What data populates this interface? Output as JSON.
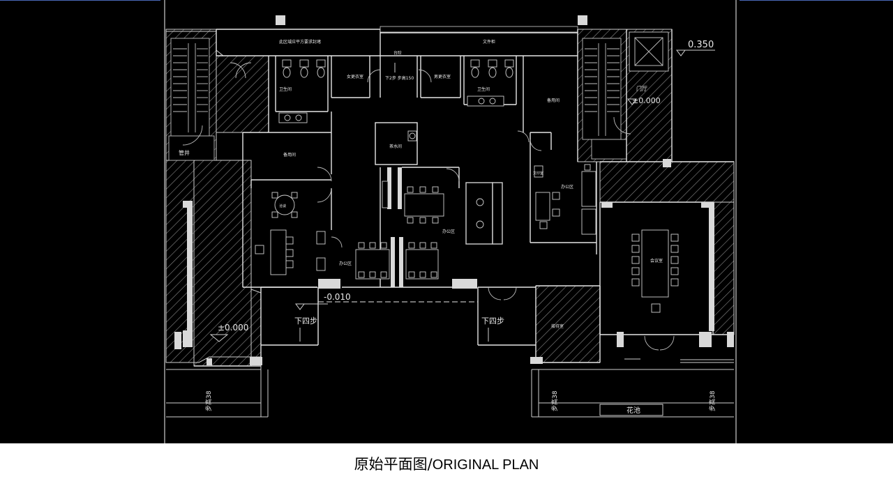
{
  "caption": {
    "chinese": "原始平面图/",
    "english": "ORIGINAL PLAN"
  },
  "levels": {
    "top_right": "0.350",
    "stair_right": "±0.000",
    "entrance": "-0.010",
    "left_corridor": "±0.000"
  },
  "step_notes": {
    "left": "下四步",
    "right": "下四步",
    "center": "下2步 步高150"
  },
  "rooms": {
    "toilet_left": "卫生间",
    "toilet_right": "卫生间",
    "women_change": "女更衣室",
    "men_change": "男更衣室",
    "tea": "茶水间",
    "spare_left": "备用间",
    "spare_right": "备用间",
    "meeting_small": "洽谈",
    "office_1": "办公区",
    "office_2": "办公区",
    "office_3": "办公区",
    "conference": "会议室",
    "reception": "接待室",
    "file_cabinet": "文件柜",
    "file_room": "文印室",
    "platform": "台阶",
    "top_note": "此区域应平方要求封堵",
    "garden": "花池",
    "vestibule": "门厅",
    "shaft": "管井"
  },
  "stair_label": "步高38"
}
